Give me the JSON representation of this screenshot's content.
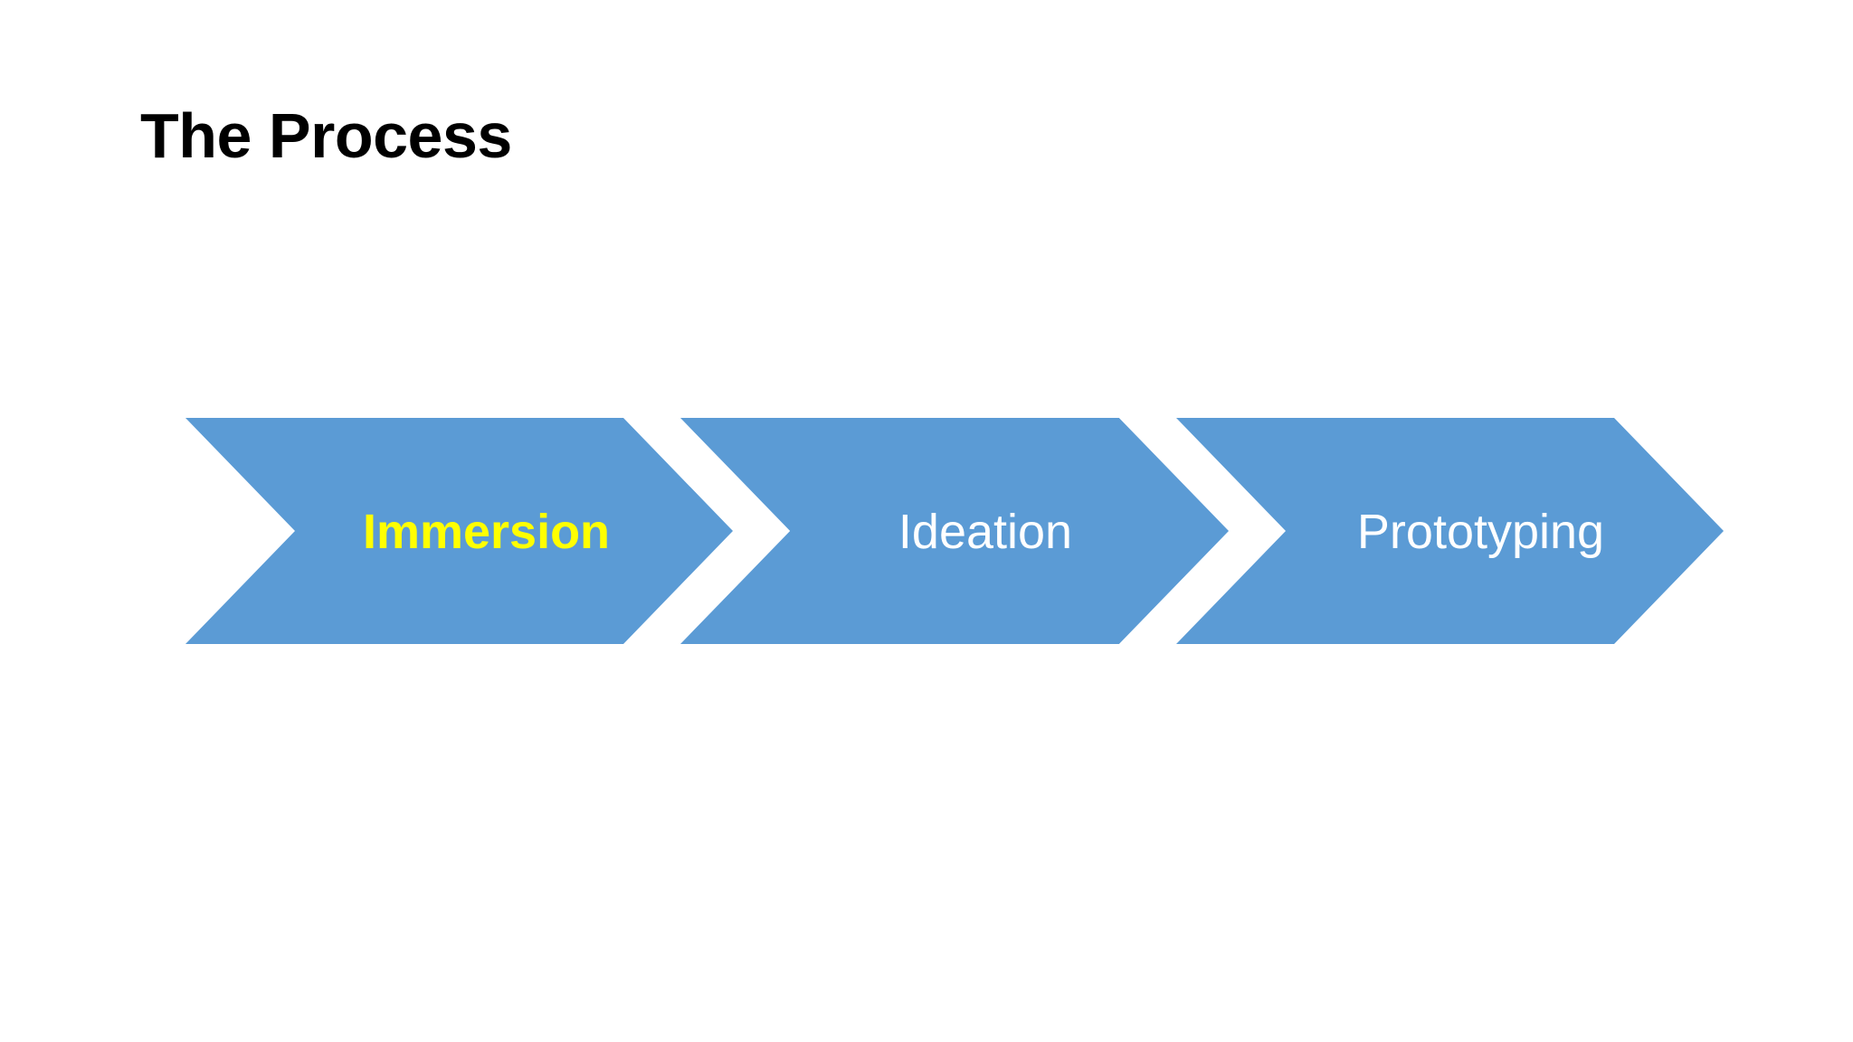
{
  "slide": {
    "title": "The Process",
    "background_color": "#FFFFFF"
  },
  "theme": {
    "chevron_fill": "#5B9BD5",
    "active_text_color": "#FFFF00",
    "default_text_color": "#FFFFFF",
    "title_color": "#000000"
  },
  "process": {
    "steps": [
      {
        "label": "Immersion",
        "state": "active",
        "text_color": "#FFFF00",
        "fill": "#5B9BD5"
      },
      {
        "label": "Ideation",
        "state": "default",
        "text_color": "#FFFFFF",
        "fill": "#5B9BD5"
      },
      {
        "label": "Prototyping",
        "state": "default",
        "text_color": "#FFFFFF",
        "fill": "#5B9BD5"
      }
    ]
  }
}
